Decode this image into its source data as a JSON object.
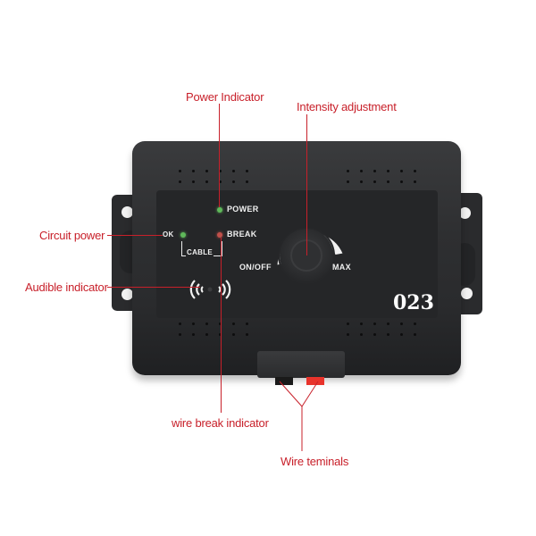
{
  "annotations": {
    "power_indicator": "Power Indicator",
    "intensity_adjustment": "Intensity adjustment",
    "circuit_power": "Circuit power",
    "audible_indicator": "Audible indicator",
    "wire_break_indicator": "wire break indicator",
    "wire_terminals": "Wire teminals"
  },
  "panel": {
    "power": "POWER",
    "ok": "OK",
    "break": "BREAK",
    "cable": "CABLE",
    "on_off": "ON/OFF",
    "max": "MAX",
    "model": "023"
  },
  "colors": {
    "annotation": "#c8202a",
    "device_body": "#2e2f31",
    "led_power": "#5fb85a",
    "led_ok": "#5fb85a",
    "led_break": "#c0504a",
    "terminal_black": "#1a1a1a",
    "terminal_red": "#e8332b"
  }
}
